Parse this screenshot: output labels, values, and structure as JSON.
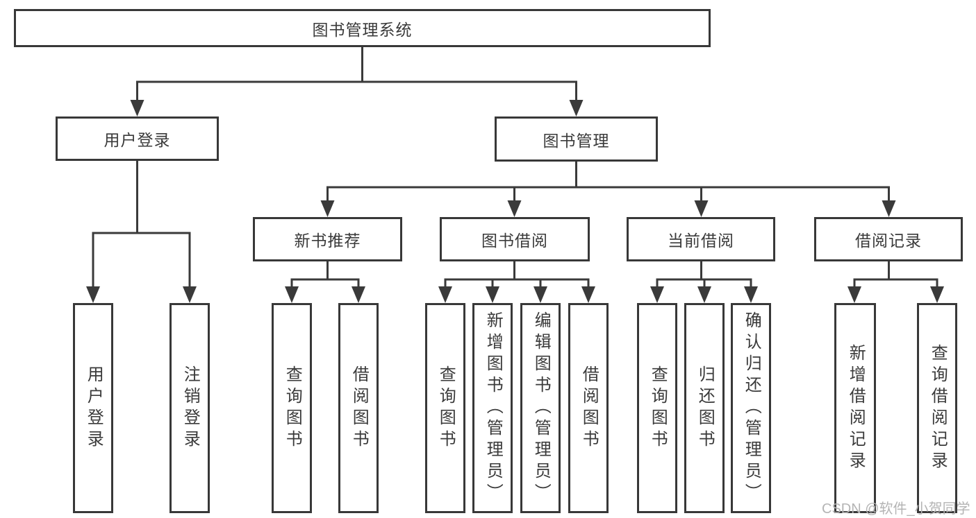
{
  "nodes": {
    "root": "图书管理系统",
    "user_login_branch": "用户登录",
    "book_mgmt_branch": "图书管理",
    "new_book_rec": "新书推荐",
    "book_borrow": "图书借阅",
    "current_borrow": "当前借阅",
    "borrow_records": "借阅记录",
    "leaf_user_login": "用户登录",
    "leaf_logout": "注销登录",
    "leaf_query_book_1": "查询图书",
    "leaf_borrow_book_1": "借阅图书",
    "leaf_query_book_2": "查询图书",
    "leaf_add_book": "新增图书（管理员）",
    "leaf_edit_book": "编辑图书（管理员）",
    "leaf_borrow_book_2": "借阅图书",
    "leaf_query_book_3": "查询图书",
    "leaf_return_book": "归还图书",
    "leaf_confirm_return": "确认归还（管理员）",
    "leaf_add_record": "新增借阅记录",
    "leaf_query_record": "查询借阅记录"
  },
  "watermark": {
    "text": "CSDN @软件_小贺同学"
  },
  "colors": {
    "line": "#3a3a3a",
    "box_border": "#383838",
    "text": "#3a3a3a",
    "watermark": "#b4b4b4",
    "background": "#ffffff"
  }
}
